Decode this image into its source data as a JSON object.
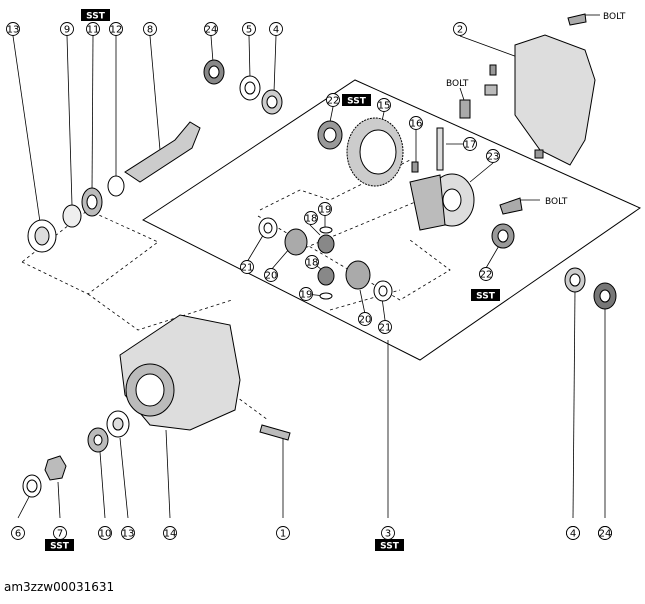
{
  "callouts": [
    "13",
    "9",
    "11",
    "12",
    "8",
    "24",
    "5",
    "4",
    "2",
    "22",
    "15",
    "16",
    "17",
    "23",
    "18",
    "19",
    "21",
    "20",
    "18",
    "19",
    "20",
    "21",
    "22",
    "4",
    "24",
    "6",
    "7",
    "10",
    "13",
    "14",
    "1",
    "3",
    "4",
    "24"
  ],
  "sst_label": "SST",
  "bolt_label": "BOLT",
  "caption": "am3zzw00031631"
}
